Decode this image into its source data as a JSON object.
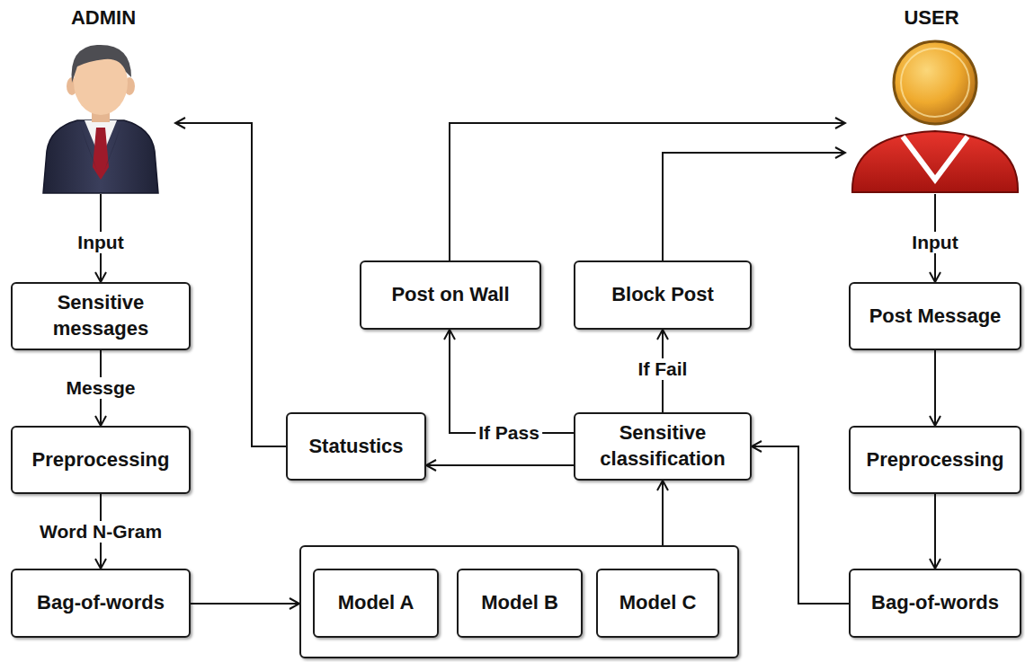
{
  "diagram": {
    "nodes": [
      {
        "text": [
          "ADMIN"
        ]
      },
      {
        "text": [
          "USER"
        ]
      },
      {
        "text": [
          "Sensitive messages"
        ]
      },
      {
        "text": [
          "Post on Wall"
        ]
      },
      {
        "text": [
          "Block Post"
        ]
      },
      {
        "text": [
          "Post Message"
        ]
      },
      {
        "text": [
          "Preprocessing"
        ]
      },
      {
        "text": [
          "Statustics"
        ]
      },
      {
        "text": [
          "Sensitive classification"
        ]
      },
      {
        "text": [
          "Preprocessing"
        ]
      },
      {
        "text": [
          "Bag-of-words"
        ]
      },
      {
        "text": []
      },
      {
        "text": [
          "Model A"
        ],
        "in": 11
      },
      {
        "text": [
          "Model B"
        ],
        "in": 11
      },
      {
        "text": [
          "Model C"
        ],
        "in": 11
      },
      {
        "text": [
          "Bag-of-words"
        ]
      }
    ],
    "edges": [
      {
        "from": 0,
        "to": 2,
        "label": "Input",
        "arrow": "to"
      },
      {
        "from": 2,
        "to": 6,
        "label": "Messge",
        "arrow": "to"
      },
      {
        "from": 6,
        "to": 10,
        "label": "Word N-Gram",
        "arrow": "to"
      },
      {
        "from": 10,
        "to": 11,
        "arrow": "to"
      },
      {
        "from": 11,
        "to": 8,
        "arrow": "to"
      },
      {
        "from": 15,
        "to": 8,
        "arrow": "to"
      },
      {
        "from": 1,
        "to": 5,
        "label": "Input",
        "arrow": "to"
      },
      {
        "from": 5,
        "to": 9,
        "arrow": "to"
      },
      {
        "from": 9,
        "to": 15,
        "arrow": "to"
      },
      {
        "from": 8,
        "to": 3,
        "label": "If Pass",
        "arrow": "to"
      },
      {
        "from": 8,
        "to": 4,
        "label": "If Fail",
        "arrow": "to"
      },
      {
        "from": 8,
        "to": 7,
        "arrow": "to"
      },
      {
        "from": 7,
        "to": 0,
        "arrow": "to"
      },
      {
        "from": 3,
        "to": 1,
        "arrow": "to"
      },
      {
        "from": 4,
        "to": 1,
        "arrow": "to"
      }
    ]
  }
}
